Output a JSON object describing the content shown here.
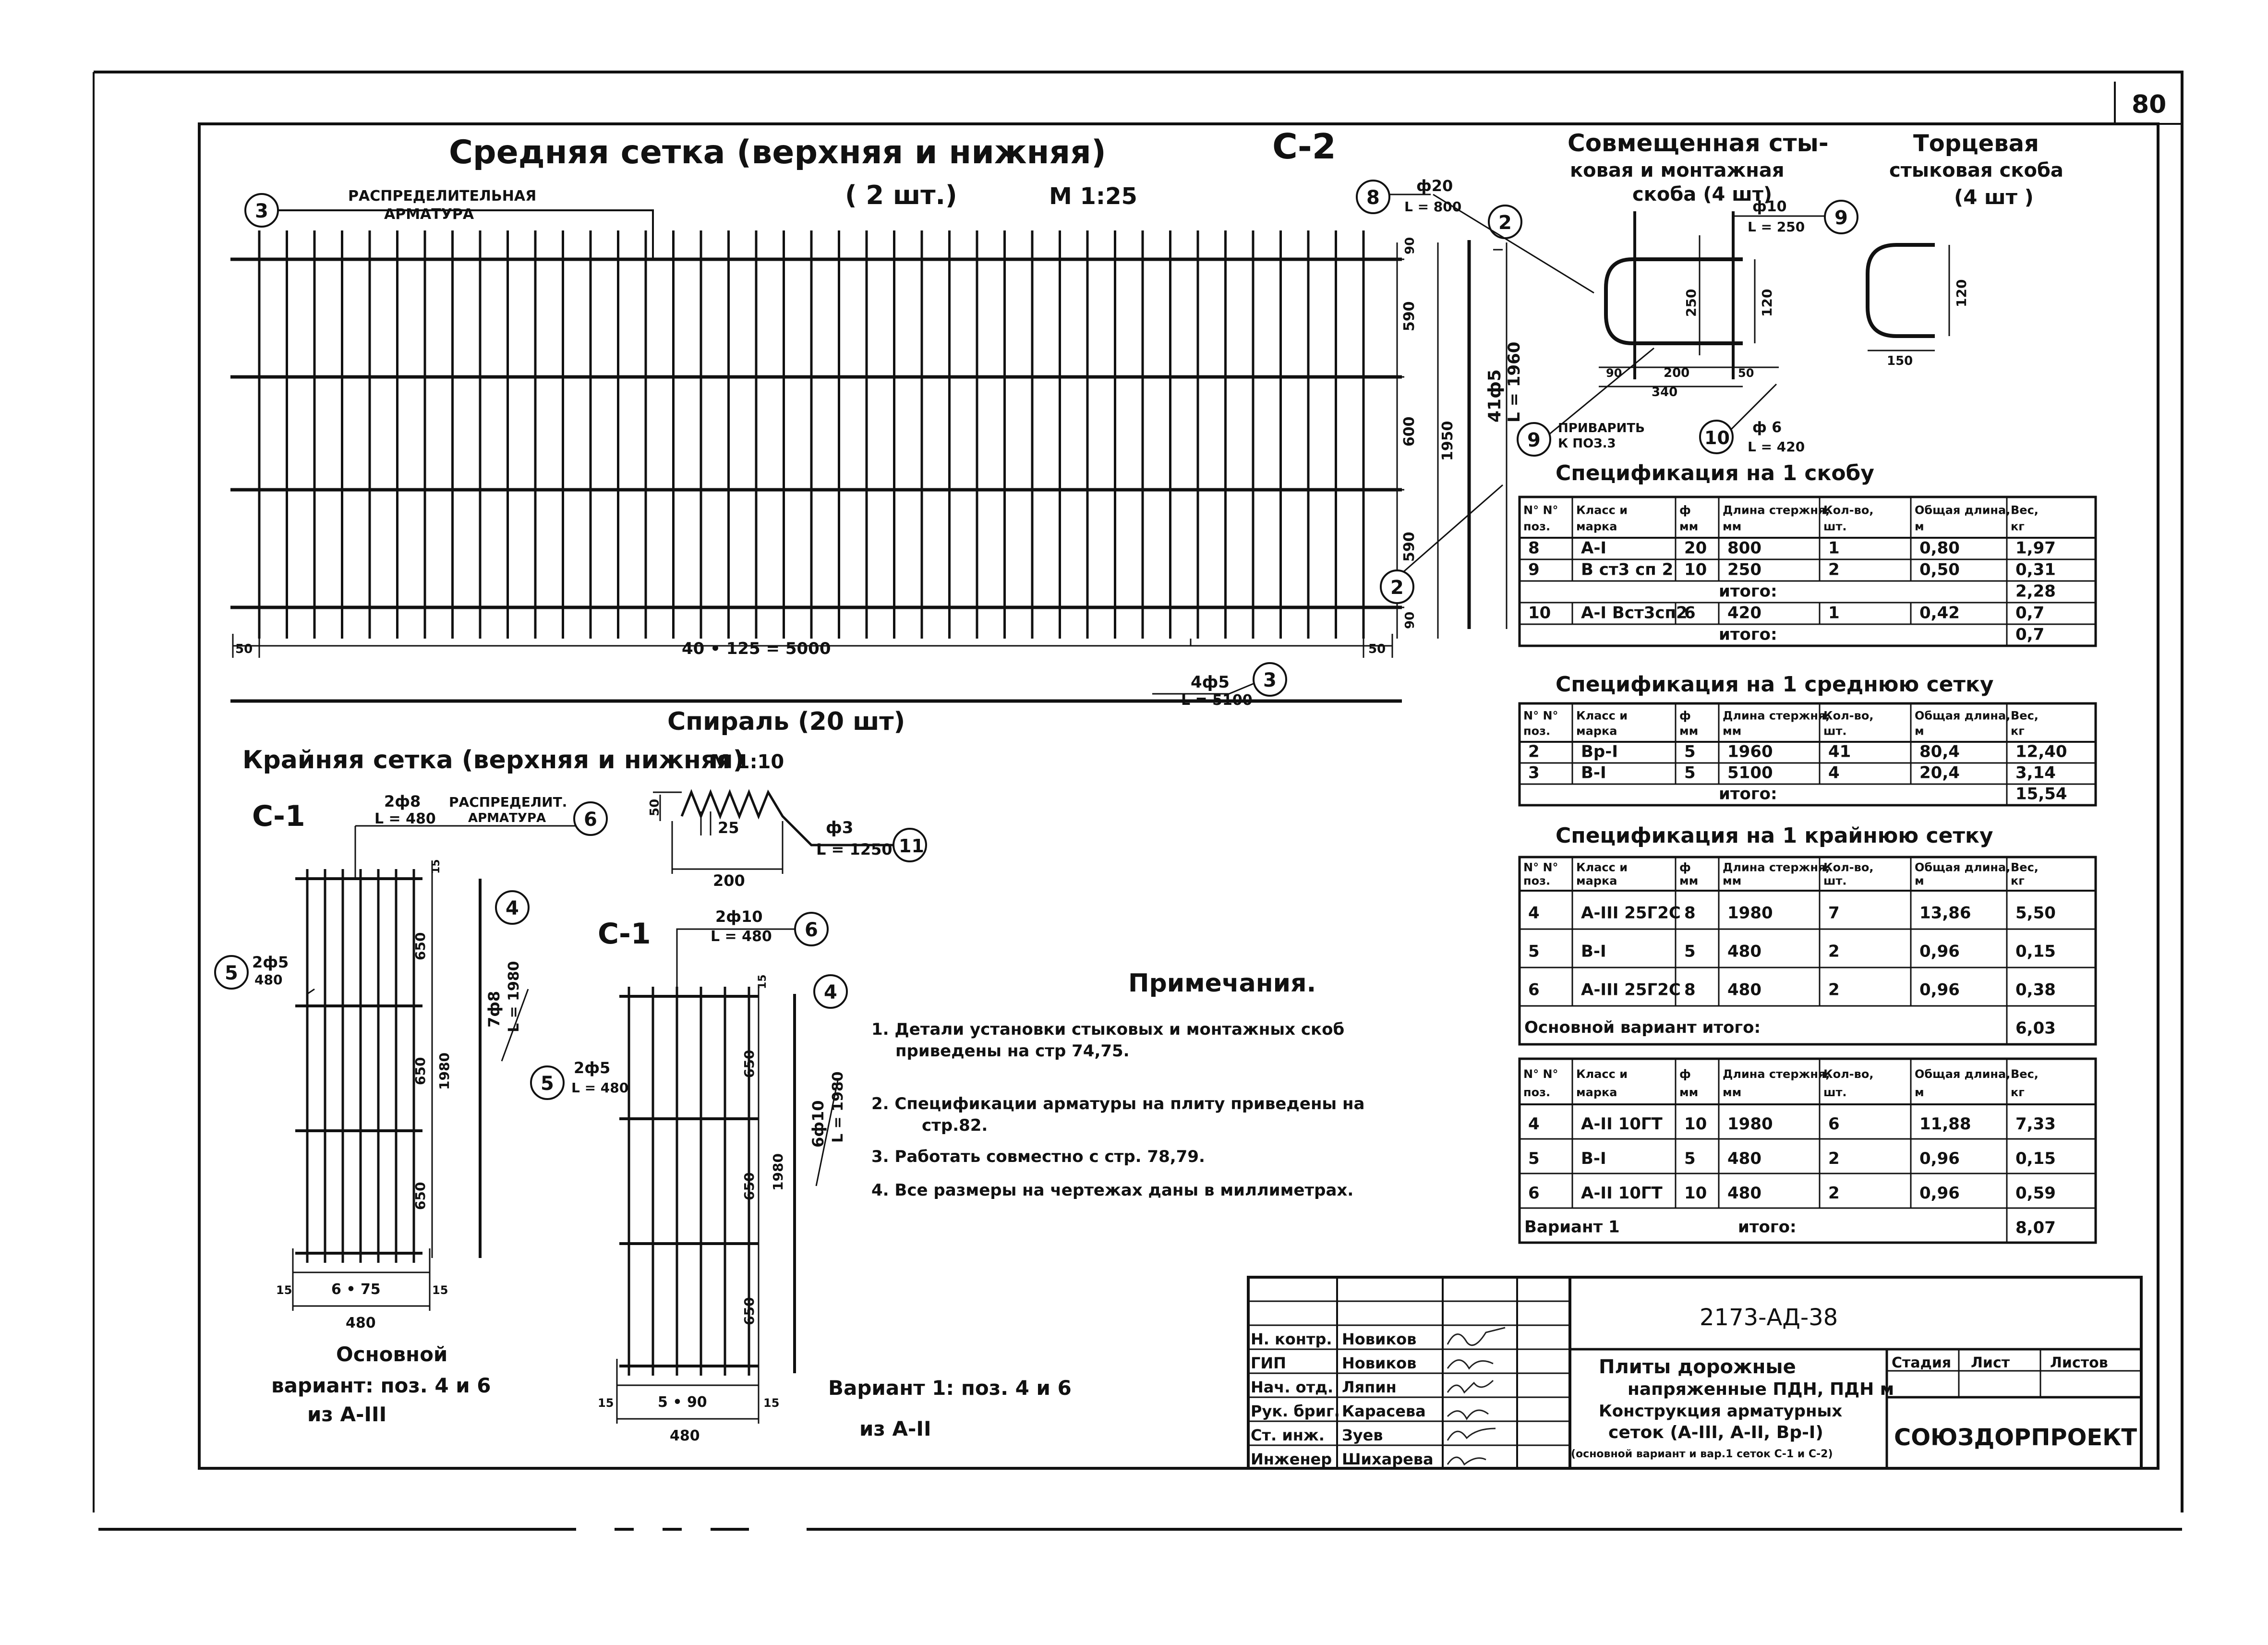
{
  "sheet": {
    "page_number": "80"
  },
  "middle_mesh": {
    "title": "Средняя сетка (верхняя и нижняя)",
    "mark": "С-2",
    "qty": "( 2 шт.)",
    "scale": "М 1:25",
    "label_distribution": "РАСПРЕДЕЛИТЕЛЬНАЯ",
    "label_reinforcement": "АРМАТУРА",
    "dim_bottom": "40 • 125 = 5000",
    "dim_50": "50",
    "vdims": [
      "90",
      "590",
      "600",
      "590",
      "90"
    ],
    "dim_total": "1950",
    "bar2_spec": "41ф5",
    "bar2_len": "L = 1960",
    "bar3_spec": "4ф5",
    "bar3_len": "L = 5100",
    "callouts": [
      "3",
      "2",
      "2",
      "3"
    ]
  },
  "spiral": {
    "title": "Спираль (20 шт)",
    "dim_pitch": "25",
    "dim_len": "200",
    "dim_h": "50",
    "bar_spec": "ф3",
    "bar_len": "L = 1250",
    "callout": "11"
  },
  "edge_mesh": {
    "title": "Крайняя сетка (верхняя и нижняя)",
    "scale": "М 1:10",
    "mark": "С-1",
    "left": {
      "bar6_spec": "2ф8",
      "bar6_note1": "РАСПРЕДЕЛИТ.",
      "bar6_note2": "АРМАТУРА",
      "bar6_len": "L = 480",
      "bar5_spec": "2ф5",
      "bar5_len": "480",
      "bar4_spec": "7ф8",
      "bar4_len": "L = 1980",
      "vdims": [
        "15",
        "650",
        "650",
        "650"
      ],
      "dim_total": "1980",
      "dim_bottom": "6 • 75",
      "dim_15": "15",
      "dim_width": "480",
      "caption1": "Основной",
      "caption2": "вариант: поз. 4 и 6",
      "caption3": "из А-III"
    },
    "right": {
      "bar6_spec": "2ф10",
      "bar6_len": "L = 480",
      "bar5_spec": "2ф5",
      "bar5_len": "L = 480",
      "bar4_spec": "6ф10",
      "bar4_len": "L = 1980",
      "vdims": [
        "15",
        "650",
        "650",
        "650"
      ],
      "dim_total": "1980",
      "dim_bottom": "5 • 90",
      "dim_15": "15",
      "dim_width": "480",
      "caption1": "Вариант 1: поз. 4 и 6",
      "caption2": "из А-II"
    },
    "callouts": [
      "6",
      "5",
      "4",
      "6",
      "5",
      "4"
    ]
  },
  "brackets": {
    "combined_title1": "Совмещенная сты-",
    "combined_title2": "ковая и монтажная",
    "combined_title3": "скоба (4 шт)",
    "end_title1": "Торцевая",
    "end_title2": "стыковая скоба",
    "end_title3": "(4 шт )",
    "bar8_spec": "ф20",
    "bar8_len": "L = 800",
    "bar9_spec": "ф10",
    "bar9_len": "L = 250",
    "bar9_note1": "ПРИВАРИТЬ",
    "bar9_note2": "К ПОЗ.3",
    "bar10_spec": "ф 6",
    "bar10_len": "L = 420",
    "dims": {
      "d250": "250",
      "d120": "120",
      "d90": "90",
      "d200": "200",
      "d50": "50",
      "d340": "340",
      "d120b": "120",
      "d150": "150"
    },
    "callouts": [
      "8",
      "9",
      "9",
      "10"
    ]
  },
  "spec_bracket": {
    "title": "Спецификация на 1 скобу",
    "headers": [
      "N° N° поз.",
      "Класс и марка",
      "ф мм",
      "Длина стержня, мм",
      "Кол-во, шт.",
      "Общая длина, м",
      "Вес, кг"
    ],
    "rows": [
      [
        "8",
        "А-I",
        "20",
        "800",
        "1",
        "0,80",
        "1,97"
      ],
      [
        "9",
        "В ст3 сп 2",
        "10",
        "250",
        "2",
        "0,50",
        "0,31"
      ],
      [
        "",
        "",
        "",
        "итого:",
        "",
        "",
        "2,28"
      ],
      [
        "10",
        "А-I Вст3сп2",
        "6",
        "420",
        "1",
        "0,42",
        "0,7"
      ],
      [
        "",
        "",
        "",
        "итого:",
        "",
        "",
        "0,7"
      ]
    ]
  },
  "spec_middle": {
    "title": "Спецификация на 1 среднюю сетку",
    "headers": [
      "N° N° поз.",
      "Класс и марка",
      "ф мм",
      "Длина стержня, мм",
      "Кол-во, шт.",
      "Общая длина, м",
      "Вес, кг"
    ],
    "rows": [
      [
        "2",
        "Вр-I",
        "5",
        "1960",
        "41",
        "80,4",
        "12,40"
      ],
      [
        "3",
        "В-I",
        "5",
        "5100",
        "4",
        "20,4",
        "3,14"
      ],
      [
        "",
        "",
        "",
        "итого:",
        "",
        "",
        "15,54"
      ]
    ]
  },
  "spec_edge": {
    "title": "Спецификация на 1 крайнюю сетку",
    "headers": [
      "N° N° поз.",
      "Класс и марка",
      "ф мм",
      "Длина стержня, мм",
      "Кол-во, шт.",
      "Общая длина, м",
      "Вес, кг"
    ],
    "rows": [
      [
        "4",
        "А-III 25Г2С",
        "8",
        "1980",
        "7",
        "13,86",
        "5,50"
      ],
      [
        "5",
        "В-I",
        "5",
        "480",
        "2",
        "0,96",
        "0,15"
      ],
      [
        "6",
        "А-III 25Г2С",
        "8",
        "480",
        "2",
        "0,96",
        "0,38"
      ]
    ],
    "total_label": "Основной вариант итого:",
    "total_value": "6,03"
  },
  "spec_edge_v1": {
    "headers": [
      "N° N° поз.",
      "Класс и марка",
      "ф мм",
      "Длина стержня, мм",
      "Кол-во, шт.",
      "Общая длина, м",
      "Вес, кг"
    ],
    "rows": [
      [
        "4",
        "А-II 10ГТ",
        "10",
        "1980",
        "6",
        "11,88",
        "7,33"
      ],
      [
        "5",
        "В-I",
        "5",
        "480",
        "2",
        "0,96",
        "0,15"
      ],
      [
        "6",
        "А-II 10ГТ",
        "10",
        "480",
        "2",
        "0,96",
        "0,59"
      ]
    ],
    "total_label": "Вариант 1",
    "total_label2": "итого:",
    "total_value": "8,07"
  },
  "notes": {
    "title": "Примечания.",
    "items": [
      "1. Детали установки стыковых и монтажных скоб",
      "приведены на стр 74,75.",
      "2. Спецификации арматуры на плиту приведены на",
      "стр.82.",
      "3. Работать совместно с стр. 78,79.",
      "4. Все размеры на чертежах даны в миллиметрах."
    ]
  },
  "title_block": {
    "doc_code": "2173-АД-38",
    "roles": [
      "Н. контр.",
      "ГИП",
      "Нач. отд.",
      "Рук. бриг.",
      "Ст. инж.",
      "Инженер"
    ],
    "names": [
      "Новиков",
      "Новиков",
      "Ляпин",
      "Карасева",
      "Зуев",
      "Шихарева"
    ],
    "desc1": "Плиты дорожные",
    "desc2": "напряженные ПДН, ПДН м",
    "desc3": "Конструкция арматурных",
    "desc4": "сеток (А-III, А-II, Вр-I)",
    "desc5": "(основной вариант и вар.1 сеток С-1 и С-2)",
    "col_stage": "Стадия",
    "col_sheet": "Лист",
    "col_sheets": "Листов",
    "org": "СОЮЗДОРПРОЕКТ"
  }
}
